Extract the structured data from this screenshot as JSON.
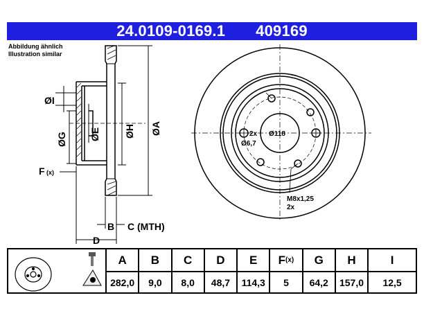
{
  "header": {
    "part_number": "24.0109-0169.1",
    "article_number": "409169"
  },
  "note": {
    "line1": "Abbildung ähnlich",
    "line2": "Illustration similar"
  },
  "side_view": {
    "labels": {
      "I": "ØI",
      "G": "ØG",
      "E": "ØE",
      "H": "ØH",
      "A": "ØA",
      "F": "F",
      "F_sub": "(x)",
      "B": "B",
      "C": "C (MTH)",
      "D": "D"
    }
  },
  "front_view": {
    "hole_label": "2x",
    "hole_diameter": "Ø6,7",
    "pcd": "Ø118",
    "thread": "M8x1,25",
    "thread_count": "2x"
  },
  "table": {
    "columns": [
      {
        "key": "A",
        "label": "A",
        "value": "282,0"
      },
      {
        "key": "B",
        "label": "B",
        "value": "9,0"
      },
      {
        "key": "C",
        "label": "C",
        "value": "8,0"
      },
      {
        "key": "D",
        "label": "D",
        "value": "48,7"
      },
      {
        "key": "E",
        "label": "E",
        "value": "114,3"
      },
      {
        "key": "F",
        "label": "F",
        "label_sub": "(x)",
        "value": "5"
      },
      {
        "key": "G",
        "label": "G",
        "value": "64,2"
      },
      {
        "key": "H",
        "label": "H",
        "value": "157,0"
      },
      {
        "key": "I",
        "label": "I",
        "value": "12,5"
      }
    ]
  },
  "colors": {
    "header_bg": "#1f1fe0",
    "header_text": "#ffffff",
    "line": "#000000"
  }
}
